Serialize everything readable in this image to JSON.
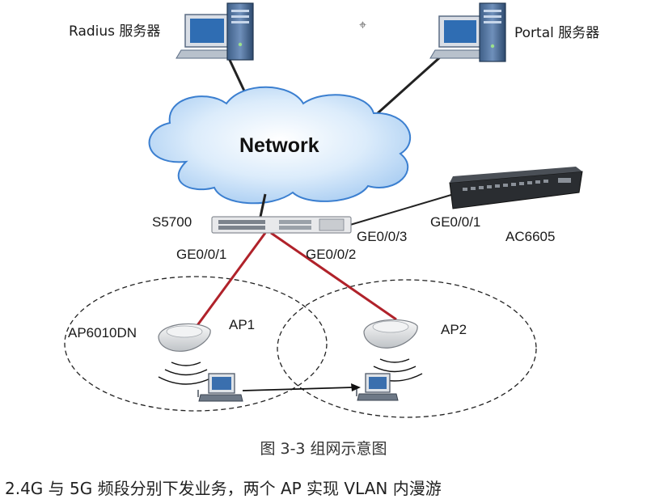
{
  "servers": {
    "radius_label": "Radius 服务器",
    "portal_label": "Portal 服务器"
  },
  "cloud": {
    "label": "Network"
  },
  "switch": {
    "label": "S5700"
  },
  "controller": {
    "label": "AC6605"
  },
  "ports": {
    "s5700_to_ap1": "GE0/0/1",
    "s5700_to_ap2": "GE0/0/2",
    "s5700_to_ac": "GE0/0/3",
    "ac_port": "GE0/0/1"
  },
  "access_points": {
    "ap1_model": "AP6010DN",
    "ap1_name": "AP1",
    "ap2_name": "AP2"
  },
  "caption": "图 3-3  组网示意图",
  "bottom_text": "2.4G 与 5G 频段分别下发业务，两个 AP 实现 VLAN 内漫游",
  "colors": {
    "cloud_fill": "#cfe4f7",
    "cloud_stroke": "#3b7fd0",
    "ap_link": "#b0222a",
    "uplink": "#222222"
  }
}
